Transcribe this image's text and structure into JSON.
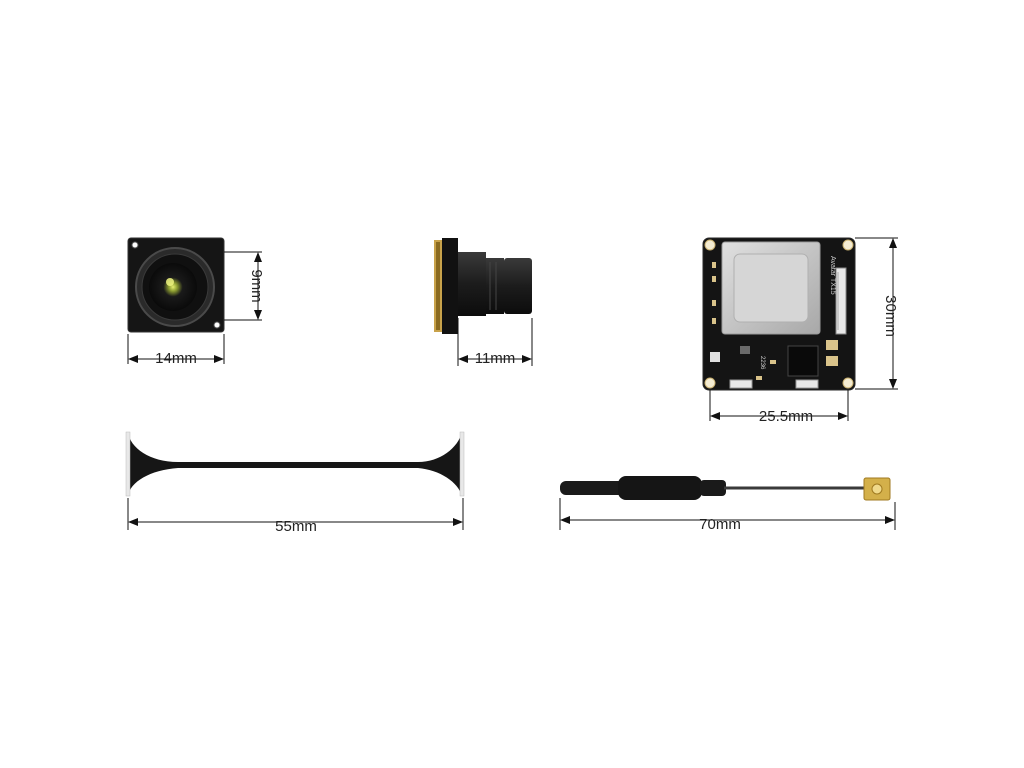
{
  "dimensions": {
    "camera_front_height": "9mm",
    "camera_front_width": "14mm",
    "camera_side_depth": "11mm",
    "vtx_height": "30mm",
    "vtx_width": "25.5mm",
    "antenna_dipole_length": "55mm",
    "antenna_cable_length": "70mm"
  },
  "board_text": {
    "model": "Avatar TX15",
    "code": "2236"
  },
  "colors": {
    "background": "#ffffff",
    "component_black": "#1a1a1a",
    "shield_silver": "#c9c9c9",
    "connector_gold": "#d4b04a",
    "lens_glow": "#c8d840",
    "line": "#111111"
  }
}
